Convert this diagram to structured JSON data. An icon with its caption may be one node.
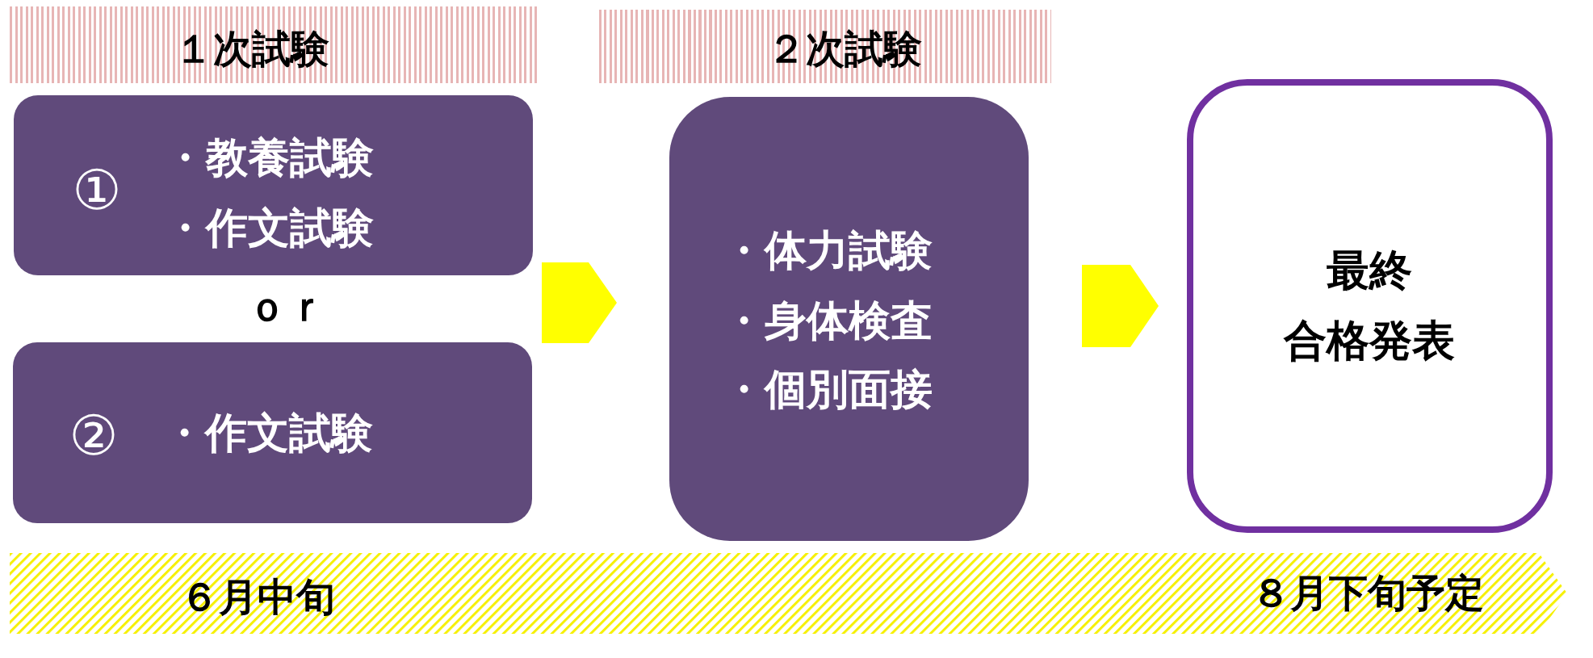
{
  "diagram": {
    "nodes": [
      {
        "text": [
          "１次試験"
        ]
      },
      {
        "text": [
          "①",
          "・教養試験",
          "・作文試験"
        ]
      },
      {
        "text": [
          "②",
          "・作文試験"
        ]
      },
      {
        "text": [
          "２次試験"
        ]
      },
      {
        "text": [
          "・体力試験",
          "・身体検査",
          "・個別面接"
        ]
      },
      {
        "text": [
          "最終合格発表"
        ]
      },
      {
        "text": [
          "６月中旬",
          "８月下旬予定"
        ]
      }
    ],
    "edges": [
      {
        "from": 1,
        "to": 4,
        "arrow": "to"
      },
      {
        "from": 2,
        "to": 4,
        "arrow": "to"
      },
      {
        "from": 4,
        "to": 5,
        "arrow": "to"
      }
    ],
    "labels": [
      "ｏｒ"
    ]
  }
}
